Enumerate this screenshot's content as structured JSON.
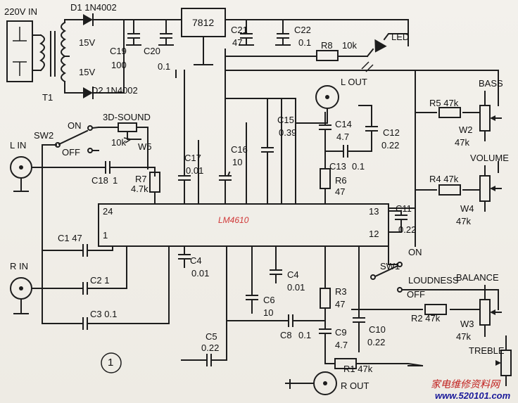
{
  "diagram": {
    "mains": "220V IN",
    "transformer": "T1",
    "d1": "D1  1N4002",
    "d2": "D2  1N4002",
    "v1": "15V",
    "v2": "15V",
    "c19": "C19",
    "c19v": "100",
    "c20": "C20",
    "c20v": "0.1",
    "reg": "7812",
    "c21": "C21",
    "c21v": "47",
    "c22": "C22",
    "c22v": "0.1",
    "r8": "R8",
    "r8v": "10k",
    "led": "LED",
    "lout": "L  OUT",
    "rout": "R  OUT",
    "sound": "3D-SOUND",
    "on": "ON",
    "off": "OFF",
    "sw2": "SW2",
    "w5v": "10k",
    "w5": "W5",
    "lin": "L  IN",
    "rin": "R  IN",
    "c18": "C18",
    "c18v": "1",
    "r7": "R7",
    "r7v": "4.7k",
    "c17": "C17",
    "c17v": "0.01",
    "c16": "C16",
    "c16v": "10",
    "c15": "C15",
    "c15v": "0.39",
    "c14": "C14",
    "c14v": "4.7",
    "c12": "C12",
    "c12v": "0.22",
    "c13": "C13",
    "c13v": "0.1",
    "r6": "R6",
    "r6v": "47",
    "ic": "LM4610",
    "pin24": "24",
    "pin1": "1",
    "pin13": "13",
    "pin12": "12",
    "c1": "C1  47",
    "c2": "C2  1",
    "c3": "C3  0.1",
    "c4a": "C4",
    "c4av": "0.01",
    "c4b": "C4",
    "c4bv": "0.01",
    "c11": "C11",
    "c11v": "0.22",
    "sw1": "SW1",
    "sw1on": "ON",
    "loud": "LOUDNESS",
    "sw1off": "OFF",
    "c6": "C6",
    "c6v": "10",
    "r3": "R3",
    "r3v": "47",
    "c8": "C8",
    "c8v": "0.1",
    "c9": "C9",
    "c9v": "4.7",
    "c10": "C10",
    "c10v": "0.22",
    "c5": "C5",
    "c5v": "0.22",
    "r1": "R1  47k",
    "bass": "BASS",
    "r5": "R5  47k",
    "w2": "W2",
    "w2v": "47k",
    "volume": "VOLUME",
    "r4": "R4  47k",
    "w4": "W4",
    "w4v": "47k",
    "balance": "BALANCE",
    "r2": "R2  47k",
    "w3": "W3",
    "w3v": "47k",
    "treble": "TREBLE",
    "figno": "1",
    "watermark1": "家电维修资料网",
    "watermark2": "www.520101.com"
  }
}
